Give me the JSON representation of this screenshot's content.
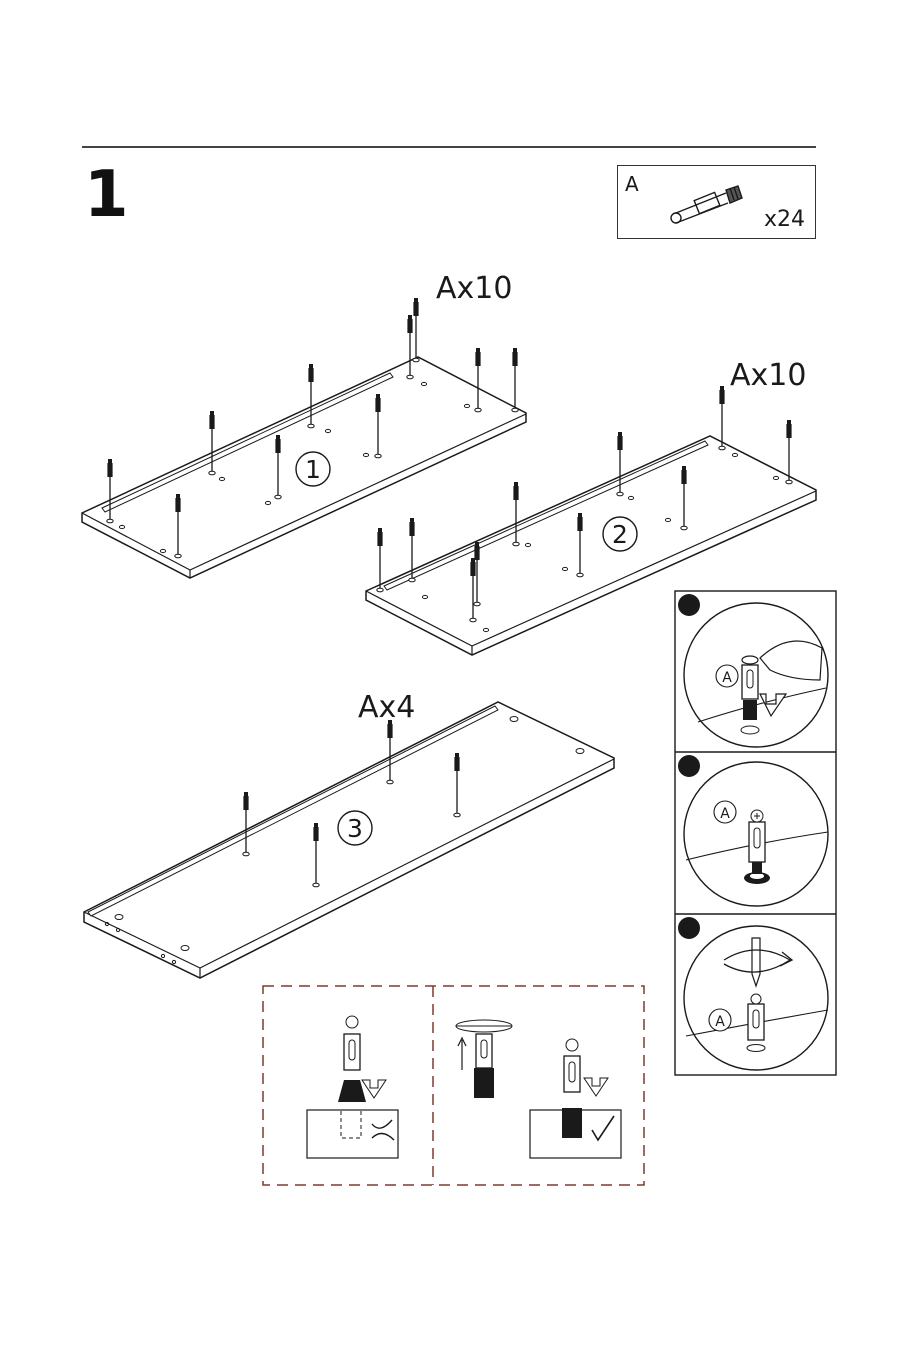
{
  "step": {
    "number": "1"
  },
  "parts": {
    "letter": "A",
    "quantity": "x24",
    "icon": "cam-dowel-icon"
  },
  "panels": [
    {
      "id": "panel-1",
      "number": "1",
      "callout": "Ax10"
    },
    {
      "id": "panel-2",
      "number": "2",
      "callout": "Ax10"
    },
    {
      "id": "panel-3",
      "number": "3",
      "callout": "Ax4"
    }
  ],
  "detail_steps": {
    "part_label": "A"
  },
  "colors": {
    "line": "#1a1a1a",
    "panel_edge": "#2a2a2a",
    "dash": "#a0522d"
  }
}
